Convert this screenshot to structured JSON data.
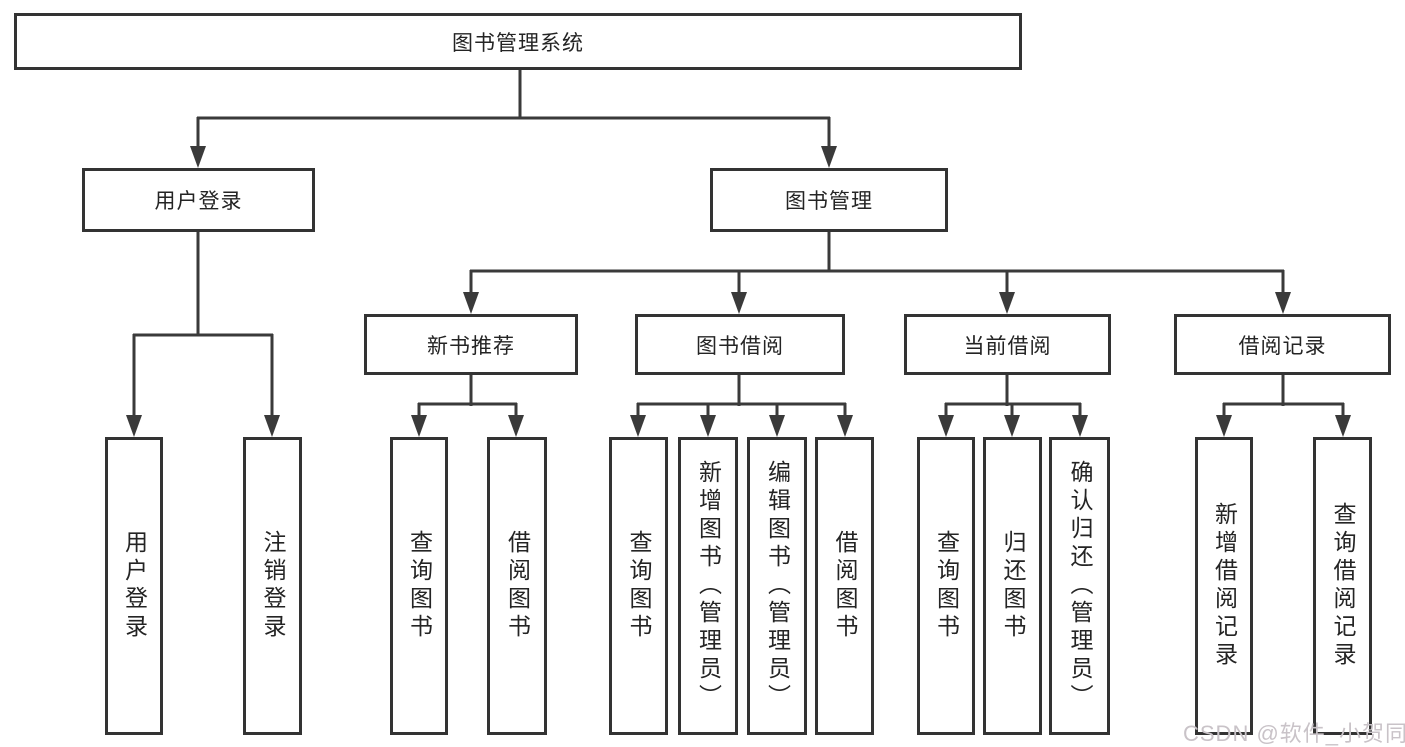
{
  "nodes": {
    "root": "图书管理系统",
    "user_login": {
      "label": "用户登录",
      "children": {
        "login": "用户登录",
        "logout": "注销登录"
      }
    },
    "book_mgmt": {
      "label": "图书管理",
      "children": {
        "new_book": {
          "label": "新书推荐",
          "children": {
            "query": "查询图书",
            "borrow": "借阅图书"
          }
        },
        "borrowing": {
          "label": "图书借阅",
          "children": {
            "query": "查询图书",
            "add": "新增图书（管理员）",
            "edit": "编辑图书（管理员）",
            "borrow": "借阅图书"
          }
        },
        "current": {
          "label": "当前借阅",
          "children": {
            "query": "查询图书",
            "return": "归还图书",
            "confirm": "确认归还（管理员）"
          }
        },
        "records": {
          "label": "借阅记录",
          "children": {
            "add": "新增借阅记录",
            "query": "查询借阅记录"
          }
        }
      }
    },
    "colors": {
      "line": "#3a3a3a",
      "border": "#333333",
      "text": "#242424",
      "watermark": "#c9c3c8"
    }
  },
  "watermark": "CSDN @软件_小贺同学"
}
